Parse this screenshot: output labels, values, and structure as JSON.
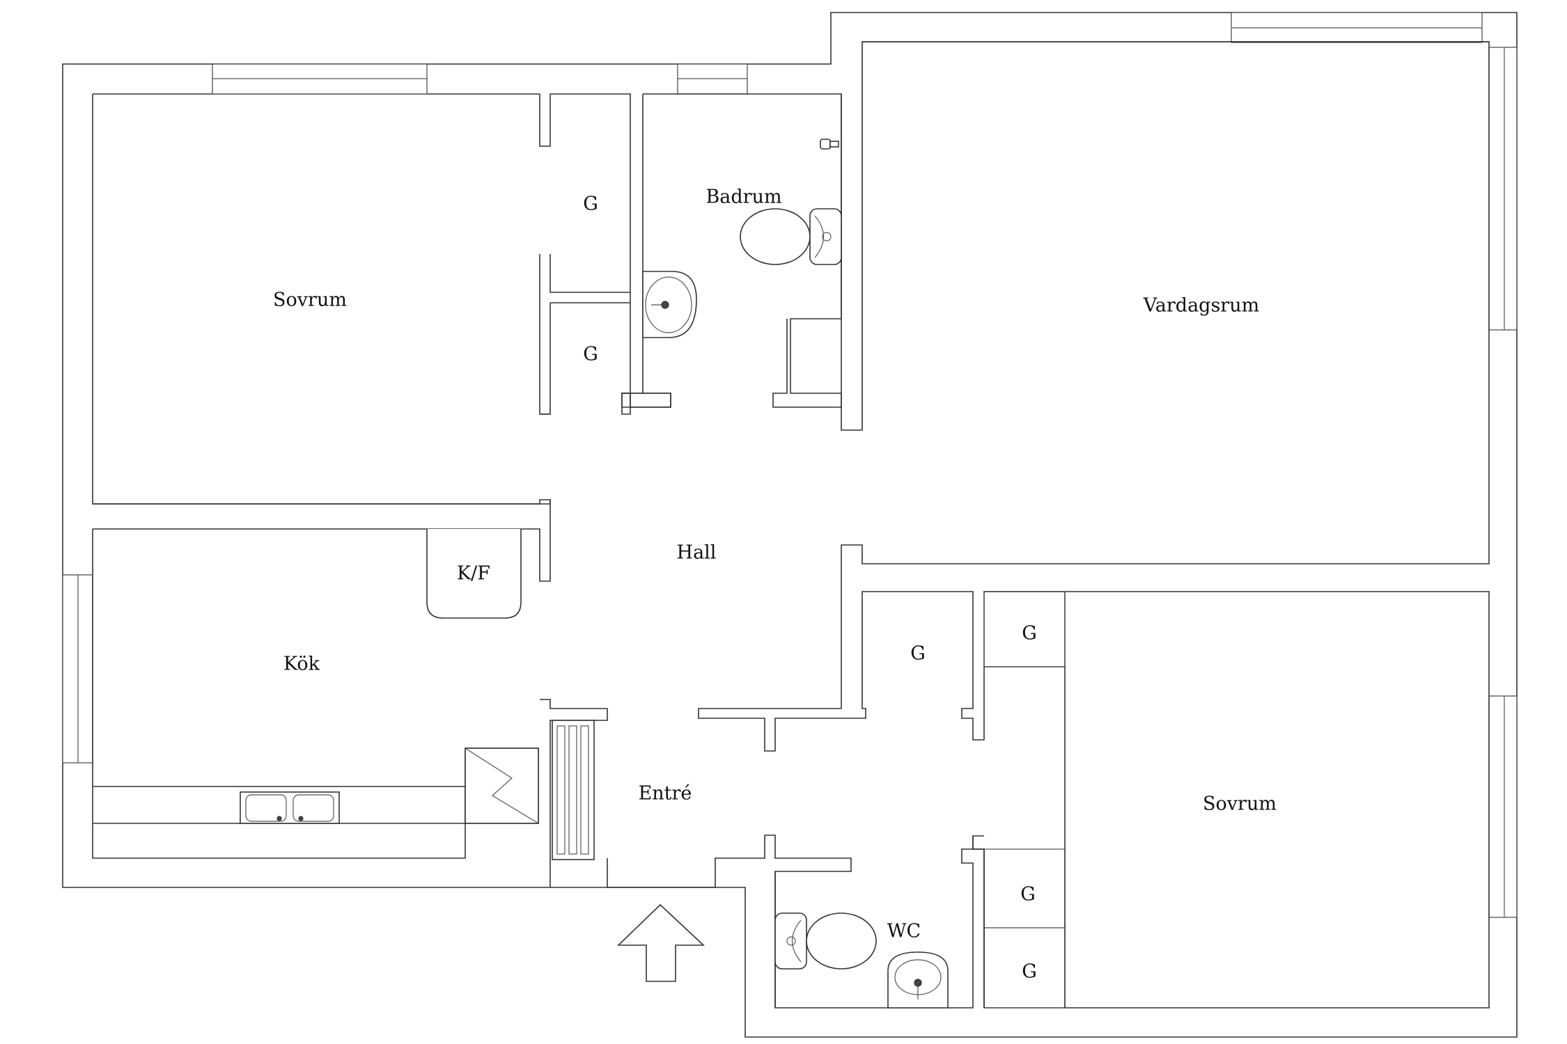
{
  "rooms": {
    "bedroom_top": "Sovrum",
    "closet_g1": "G",
    "closet_g2": "G",
    "bathroom": "Badrum",
    "living_room": "Vardagsrum",
    "hall": "Hall",
    "fridge_freezer": "K/F",
    "kitchen": "Kök",
    "entrance": "Entré",
    "closet_g3": "G",
    "closet_g4": "G",
    "bedroom_bottom": "Sovrum",
    "wc": "WC",
    "closet_g5": "G",
    "closet_g6": "G"
  },
  "colors": {
    "wall": "#333333",
    "background": "#ffffff"
  }
}
